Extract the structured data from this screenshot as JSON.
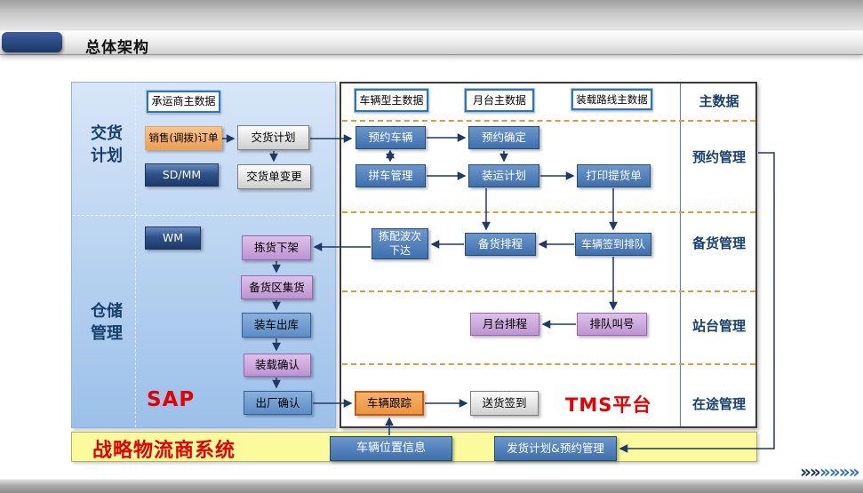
{
  "slide": {
    "title": "总体架构"
  },
  "colors": {
    "accent_blue": "#3e6fae",
    "navy": "#1f3a68",
    "purple": "#bd93d2",
    "orange_node": "#ef9e4f",
    "tracking_orange": "#ed9440",
    "yellow_bar": "#fbfb9e",
    "red_text": "#e60000",
    "section_label_blue": "#17406b",
    "dashed_divider_orange": "#e59a36",
    "arrow": "#1f3864"
  },
  "sap": {
    "system_label": "SAP",
    "sections": {
      "delivery": "交货计划",
      "warehouse": "仓储管理"
    },
    "nodes": {
      "carrier_master": "承运商主数据",
      "sales_order": "销售(调拨)订单",
      "sd_mm": "SD/MM",
      "delivery_plan": "交货计划",
      "delivery_change": "交货单变更",
      "wm": "WM",
      "picking": "拣货下架",
      "staging": "备货区集货",
      "truck_load": "装车出库",
      "load_confirm": "装载确认",
      "factory_confirm": "出厂确认"
    }
  },
  "tms": {
    "system_label": "TMS平台",
    "sections": [
      "主数据",
      "预约管理",
      "备货管理",
      "站台管理",
      "在途管理"
    ],
    "nodes": {
      "vehicle_master": "车辆型主数据",
      "dock_master": "月台主数据",
      "route_master": "装载路线主数据",
      "reserve_vehicle": "预约车辆",
      "reserve_confirm": "预约确定",
      "carpool": "拼车管理",
      "ship_plan": "装运计划",
      "print_lading": "打印提货单",
      "wave_release": "拣配波次下达",
      "stock_schedule": "备货排程",
      "checkin_queue": "车辆签到排队",
      "dock_schedule": "月台排程",
      "queue_call": "排队叫号",
      "vehicle_track": "车辆跟踪",
      "delivery_sign": "送货签到"
    }
  },
  "logistics": {
    "title": "战略物流商系统",
    "nodes": {
      "vehicle_location": "车辆位置信息",
      "ship_reserve": "发货计划&预约管理"
    }
  },
  "footer": {
    "chevrons_dark": "»»",
    "chevrons_blue": "»»»»"
  }
}
